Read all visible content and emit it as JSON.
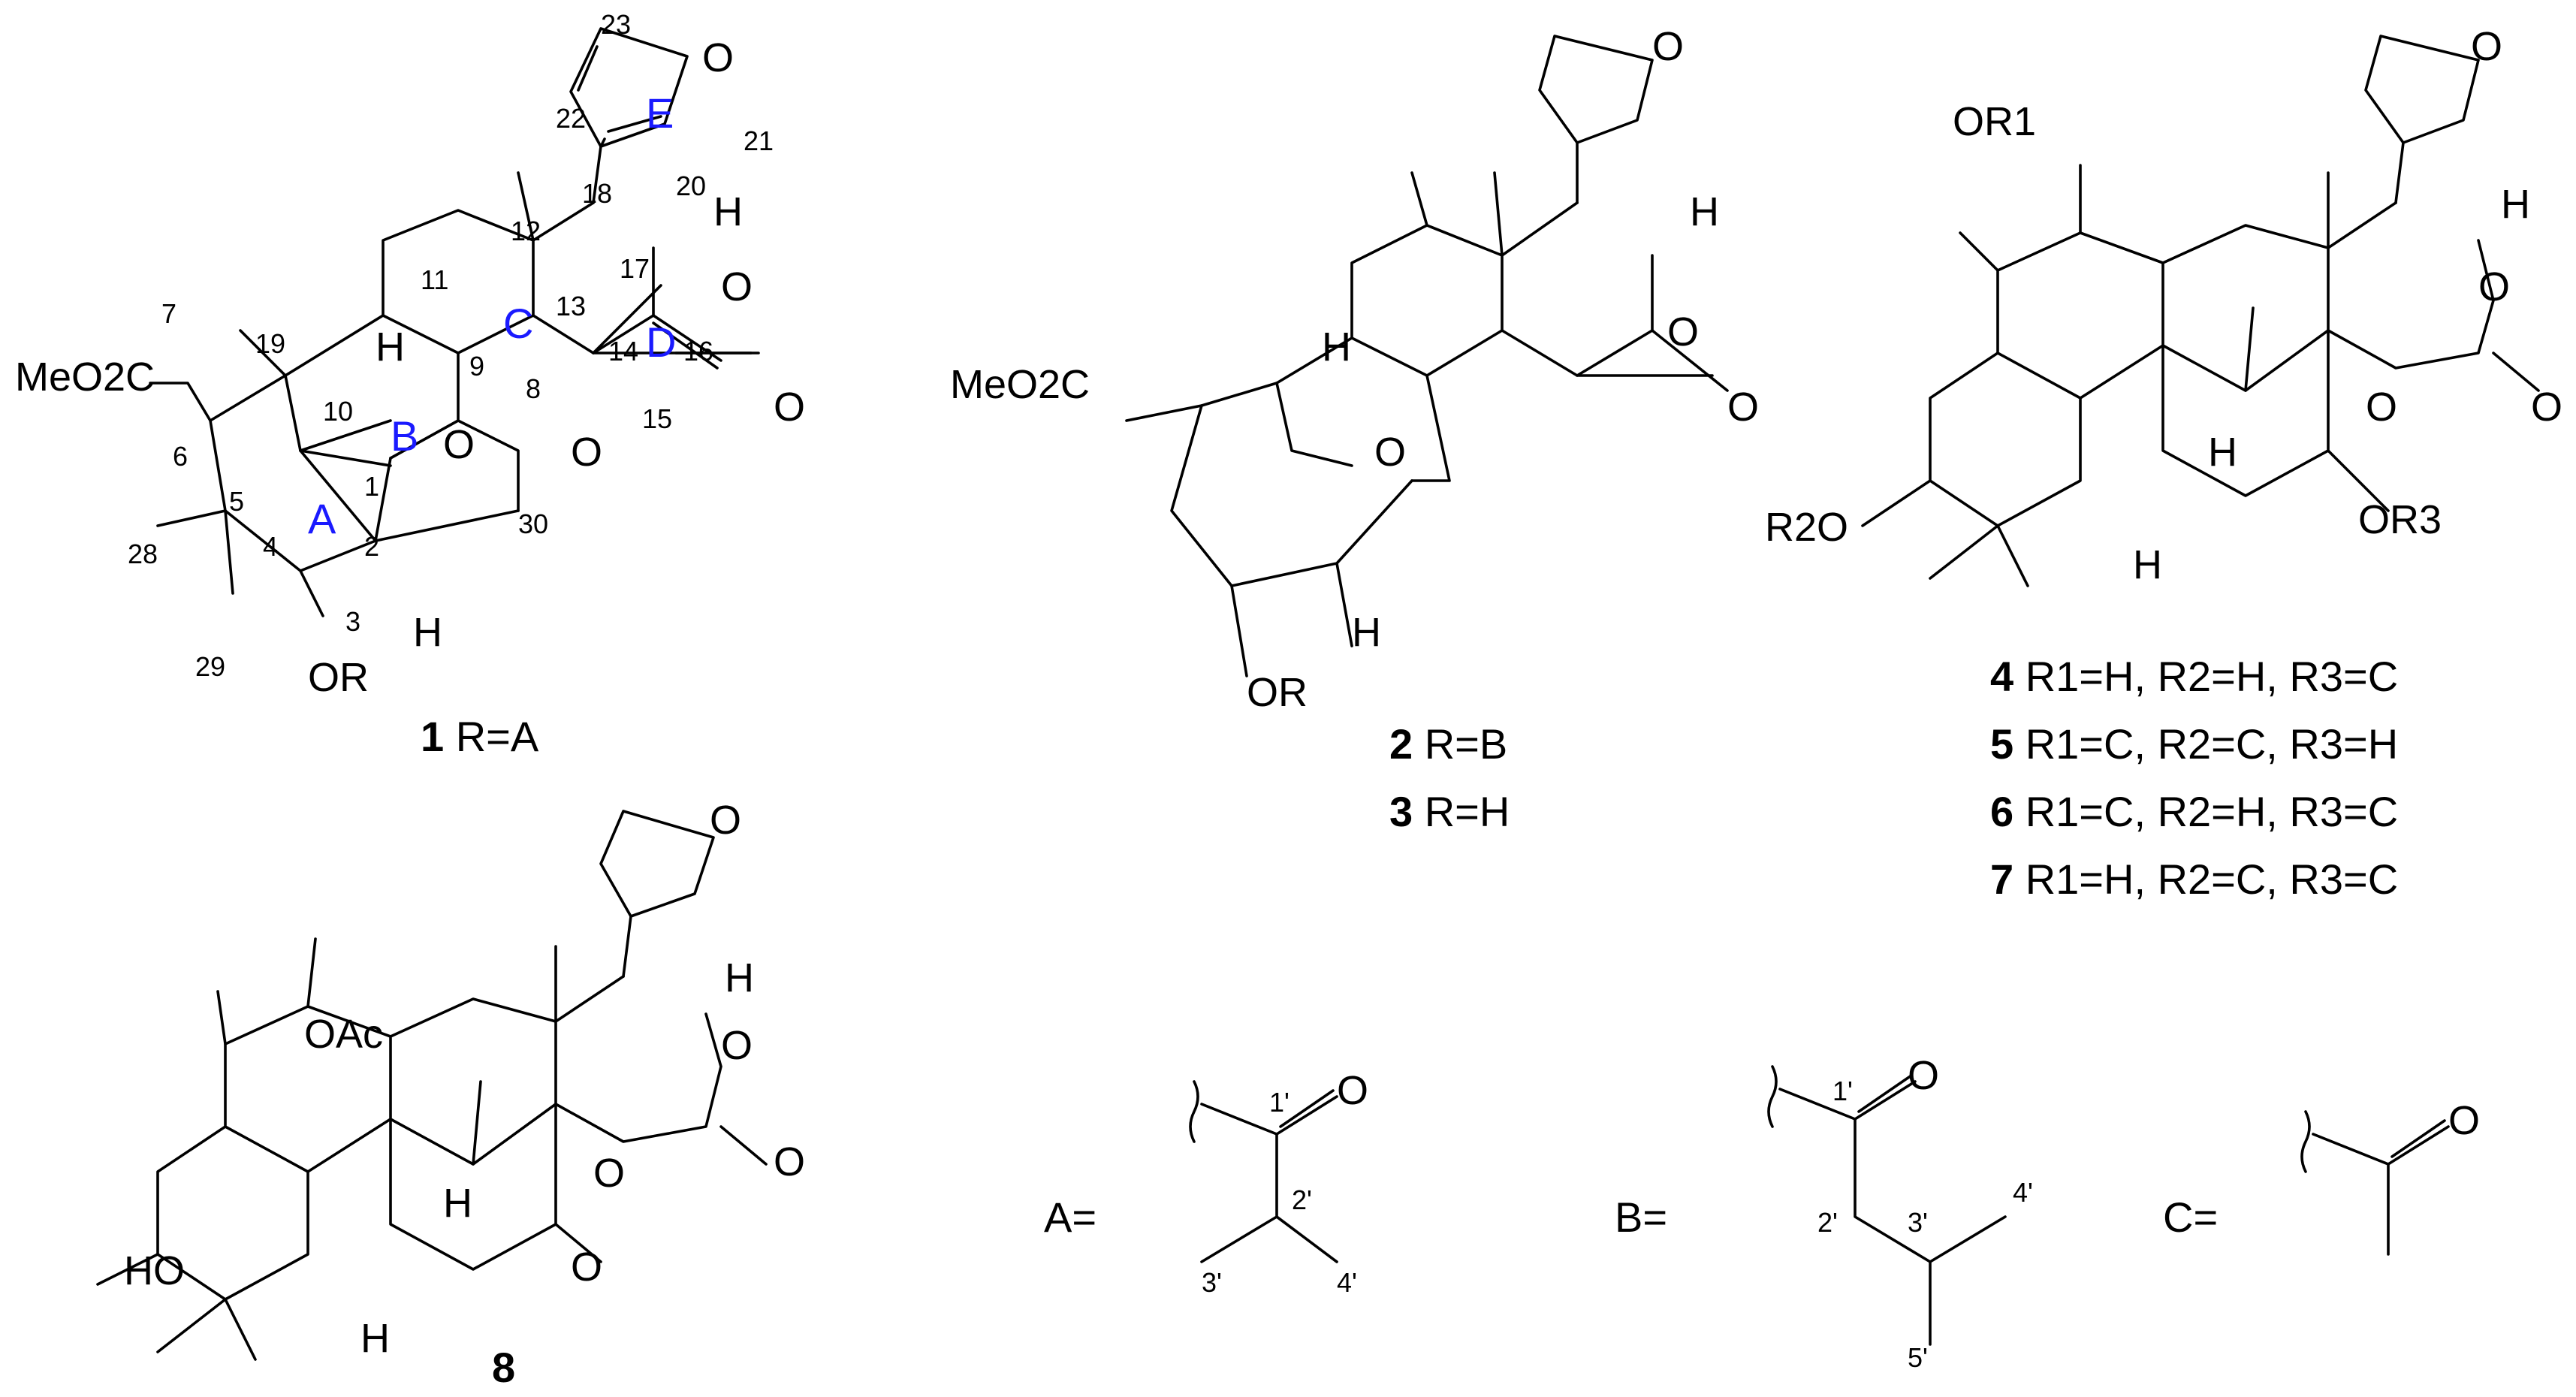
{
  "colors": {
    "ring_labels": "#1a1aff",
    "bonds": "#000000",
    "background": "#ffffff"
  },
  "compound1": {
    "ring_labels": [
      "A",
      "B",
      "C",
      "D",
      "E"
    ],
    "atom_numbers": [
      "1",
      "2",
      "3",
      "4",
      "5",
      "6",
      "7",
      "8",
      "9",
      "10",
      "11",
      "12",
      "13",
      "14",
      "15",
      "16",
      "17",
      "18",
      "19",
      "20",
      "21",
      "22",
      "23",
      "28",
      "29",
      "30"
    ],
    "groups": {
      "ester": "MeO2C",
      "or": "OR",
      "o_furan": "O",
      "o_lactone": "O",
      "o_carbonyl": "O",
      "o_ketone": "O",
      "o_epoxide": "O",
      "h17": "H",
      "h9": "H",
      "h2": "H"
    },
    "caption": {
      "number": "1",
      "text": "R=A"
    }
  },
  "compound2": {
    "groups": {
      "ester": "MeO2C",
      "or": "OR",
      "o_furan": "O",
      "o_lactone": "O",
      "o_carbonyl": "O",
      "o_ketone": "O",
      "h17": "H",
      "h9": "H",
      "h2": "H"
    },
    "captions": [
      {
        "number": "2",
        "text": "R=B"
      },
      {
        "number": "3",
        "text": "R=H"
      }
    ]
  },
  "compound4": {
    "groups": {
      "or1": "OR1",
      "or2": "R2O",
      "or3": "OR3",
      "o_furan": "O",
      "o_lactone": "O",
      "o_carbonyl": "O",
      "o_epoxide": "O",
      "h17": "H",
      "h9": "H",
      "h5": "H"
    },
    "captions": [
      {
        "number": "4",
        "text": "R1=H, R2=H, R3=C"
      },
      {
        "number": "5",
        "text": "R1=C, R2=C, R3=H"
      },
      {
        "number": "6",
        "text": "R1=C, R2=H, R3=C"
      },
      {
        "number": "7",
        "text": "R1=H, R2=C, R3=C"
      }
    ]
  },
  "compound8": {
    "groups": {
      "oac": "OAc",
      "ho": "HO",
      "o_furan": "O",
      "o_lactone": "O",
      "o_carbonyl": "O",
      "o_ketone": "O",
      "o_epoxide": "O",
      "h17": "H",
      "h9": "H",
      "h5": "H"
    },
    "caption": {
      "number": "8"
    }
  },
  "substituents": [
    {
      "label": "A=",
      "atoms": [
        "1'",
        "2'",
        "3'",
        "4'"
      ],
      "o": "O"
    },
    {
      "label": "B=",
      "atoms": [
        "1'",
        "2'",
        "3'",
        "4'",
        "5'"
      ],
      "o": "O"
    },
    {
      "label": "C=",
      "atoms": [],
      "o": "O"
    }
  ]
}
